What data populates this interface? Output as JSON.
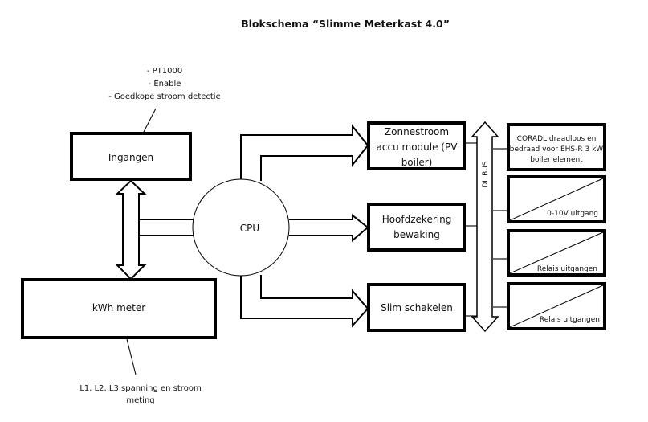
{
  "title": "Blokschema “Slimme Meterkast 4.0”",
  "inputs_note": [
    "- PT1000",
    "- Enable",
    "- Goedkope stroom detectie"
  ],
  "blocks": {
    "ingangen": "Ingangen",
    "kwh_meter": "kWh meter",
    "cpu": "CPU",
    "zonnestroom": [
      "Zonnestroom",
      "accu module (PV",
      "boiler)"
    ],
    "hoofdzekering": [
      "Hoofdzekering",
      "bewaking"
    ],
    "slim_schakelen": "Slim schakelen"
  },
  "kwh_note": [
    "L1, L2, L3 spanning en stroom",
    "meting"
  ],
  "bus_label": "DL BUS",
  "bus_modules": [
    {
      "lines": [
        "CORADL draadloos en",
        "bedraad voor EHS-R 3 kW",
        "boiler element"
      ],
      "diagonal": false
    },
    {
      "lines": [
        "0-10V uitgang"
      ],
      "diagonal": true
    },
    {
      "lines": [
        "Relais uitgangen"
      ],
      "diagonal": true
    },
    {
      "lines": [
        "Relais uitgangen"
      ],
      "diagonal": true
    }
  ]
}
